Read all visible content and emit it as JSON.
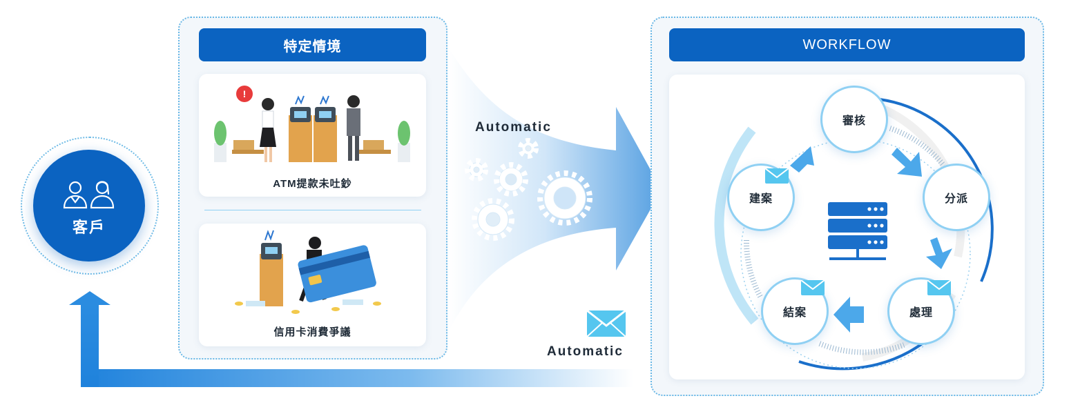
{
  "customer": {
    "label": "客戶"
  },
  "scenarios": {
    "title": "特定情境",
    "cards": [
      {
        "label": "ATM提款未吐鈔"
      },
      {
        "label": "信用卡消費爭議"
      }
    ]
  },
  "automation": {
    "top_label": "Automatic",
    "bottom_label": "Automatic"
  },
  "workflow": {
    "title": "WORKFLOW",
    "steps": [
      {
        "label": "審核"
      },
      {
        "label": "分派"
      },
      {
        "label": "處理"
      },
      {
        "label": "結案"
      },
      {
        "label": "建案"
      }
    ]
  },
  "colors": {
    "primary": "#0b63c1",
    "accent_light": "#8fd0f3",
    "panel_bg": "#f3f7fb"
  }
}
